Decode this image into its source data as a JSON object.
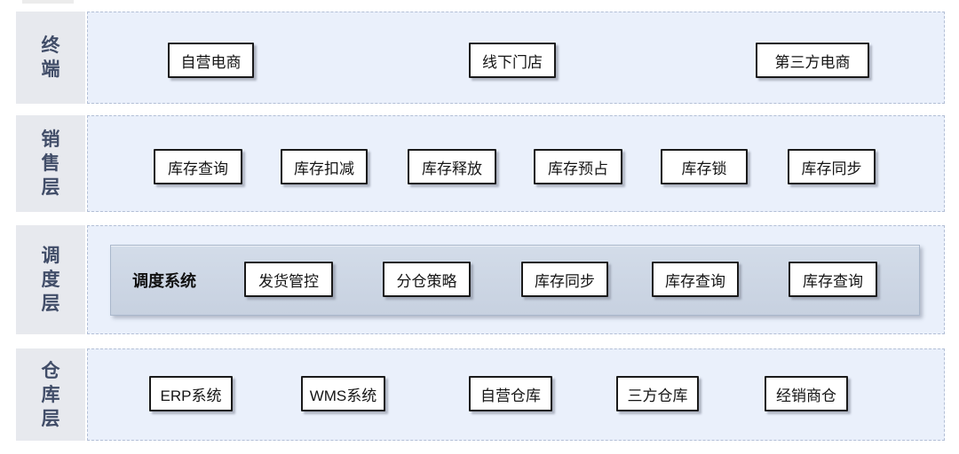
{
  "diagram": {
    "colors": {
      "row_bg": "#eaf0fb",
      "row_border": "#b3bfd6",
      "label_bg": "#e7e9ee",
      "label_text": "#414d68",
      "panel_bg_top": "#d3dce9",
      "panel_bg_bottom": "#c7d1e0",
      "panel_border": "#a9b7cb",
      "box_bg": "#ffffff",
      "box_border": "#1a1a1a",
      "box_text": "#151515"
    },
    "layers": [
      {
        "label": "终端",
        "chars": [
          "终",
          "端"
        ],
        "boxes": [
          "自营电商",
          "线下门店",
          "第三方电商"
        ]
      },
      {
        "label": "销售层",
        "chars": [
          "销",
          "售",
          "层"
        ],
        "boxes": [
          "库存查询",
          "库存扣减",
          "库存释放",
          "库存预占",
          "库存锁",
          "库存同步"
        ]
      },
      {
        "label": "调度层",
        "chars": [
          "调",
          "度",
          "层"
        ],
        "panel_title": "调度系统",
        "boxes": [
          "发货管控",
          "分仓策略",
          "库存同步",
          "库存查询",
          "库存查询"
        ]
      },
      {
        "label": "仓库层",
        "chars": [
          "仓",
          "库",
          "层"
        ],
        "boxes": [
          "ERP系统",
          "WMS系统",
          "自营仓库",
          "三方仓库",
          "经销商仓"
        ]
      }
    ]
  }
}
